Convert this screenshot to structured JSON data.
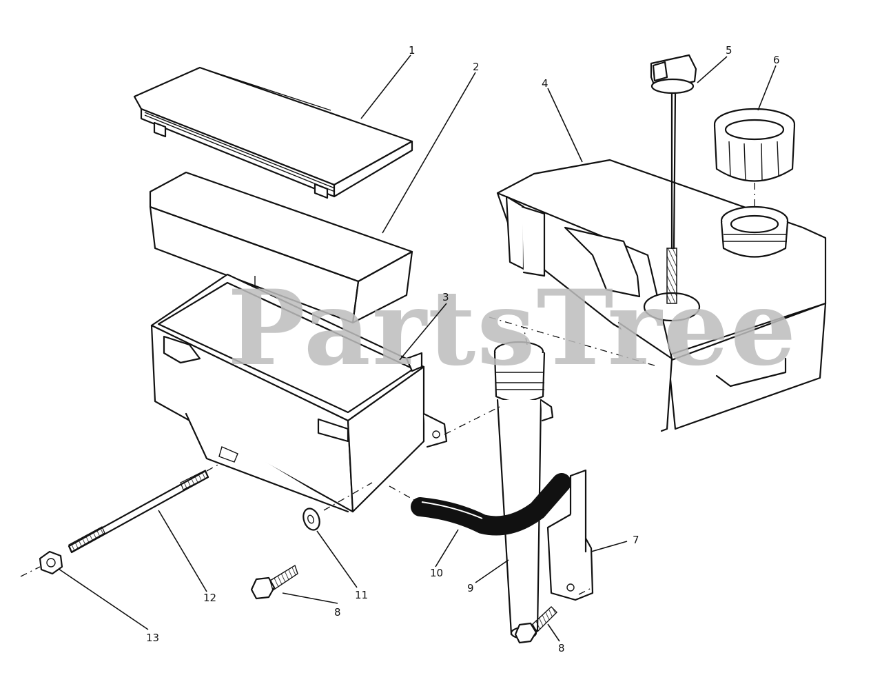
{
  "watermark": "PartsTree",
  "callouts": [
    {
      "id": "c1",
      "text": "1"
    },
    {
      "id": "c2",
      "text": "2"
    },
    {
      "id": "c3",
      "text": "3"
    },
    {
      "id": "c4",
      "text": "4"
    },
    {
      "id": "c5",
      "text": "5"
    },
    {
      "id": "c6",
      "text": "6"
    },
    {
      "id": "c7",
      "text": "7"
    },
    {
      "id": "c8a",
      "text": "8"
    },
    {
      "id": "c8b",
      "text": "8"
    },
    {
      "id": "c9",
      "text": "9"
    },
    {
      "id": "c10",
      "text": "10"
    },
    {
      "id": "c11",
      "text": "11"
    },
    {
      "id": "c12",
      "text": "12"
    },
    {
      "id": "c13",
      "text": "13"
    }
  ]
}
